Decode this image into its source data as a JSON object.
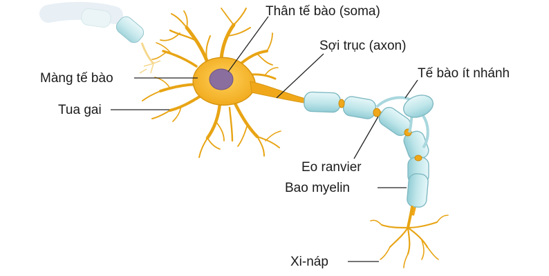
{
  "labels": {
    "soma": "Thân tế bào (soma)",
    "axon": "Sợi trục (axon)",
    "membrane": "Màng tế bào",
    "oligodendrocyte": "Tế bào ít nhánh",
    "dendrites": "Tua gai",
    "ranvier": "Eo ranvier",
    "myelin": "Bao myelin",
    "synapse": "Xi-náp"
  },
  "colors": {
    "neuron_fill": "#f2b21c",
    "neuron_stroke": "#c98a0a",
    "nucleus": "#8a6e9e",
    "myelin_fill": "#bfe6ea",
    "myelin_stroke": "#7fb9c2",
    "faded_neuron": "#e6eef5"
  }
}
